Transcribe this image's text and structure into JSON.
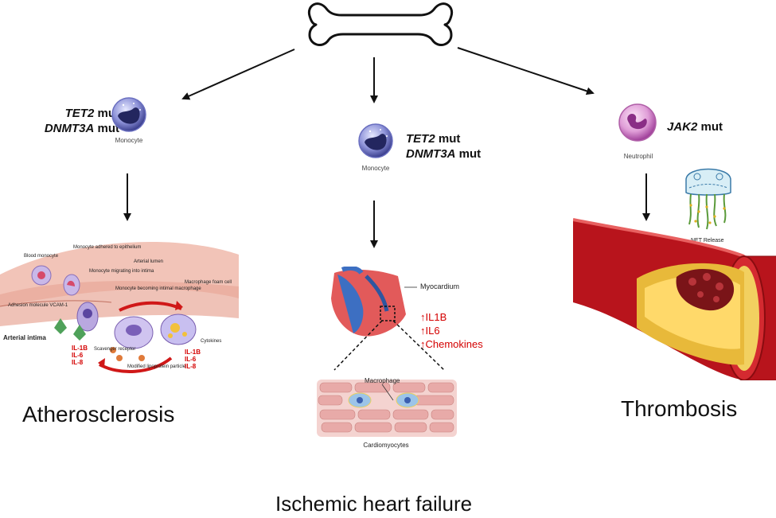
{
  "colors": {
    "arrow": "#111111",
    "cytokine_red": "#d40000",
    "monocyte_blue": "#4a4fb0",
    "neutrophil_pink": "#c56bb8",
    "vessel_red": "#b8141c",
    "plaque_yellow": "#e8b93a"
  },
  "top": {
    "icon": "bone-icon"
  },
  "left": {
    "gene1": "TET2",
    "suffix1": " mut",
    "gene2": "DNMT3A",
    "suffix2": " mut",
    "cell_label": "Monocyte",
    "figure_labels": {
      "blood_monocyte": "Blood monocyte",
      "adhered": "Monocyte adhered to epithelium",
      "migrating": "Monocyte migrating into intima",
      "arterial_lumen": "Arterial lumen",
      "becoming": "Monocyte becoming intimal macrophage",
      "foam": "Macrophage foam cell",
      "adhesion": "Adhesion molecule VCAM-1",
      "scavenger": "Scavenger receptor",
      "modified": "Modified lipoprotein particle",
      "cytokines": "Cytokines",
      "intima": "Arterial intima"
    },
    "cytokines_a": [
      "IL-1B",
      "IL-6",
      "IL-8"
    ],
    "cytokines_b": [
      "IL-1B",
      "IL-6",
      "IL-8"
    ],
    "disease": "Atherosclerosis"
  },
  "center": {
    "gene1": "TET2",
    "suffix1": " mut",
    "gene2": "DNMT3A",
    "suffix2": " mut",
    "cell_label": "Monocyte",
    "myocardium": "Myocardium",
    "markers": [
      "↑IL1B",
      "↑IL6",
      "↑Chemokines"
    ],
    "macrophage": "Macrophage",
    "cardiomyocytes": "Cardiomyocytes",
    "disease": "Ischemic heart failure"
  },
  "right": {
    "gene1": "JAK2",
    "suffix1": " mut",
    "cell_label": "Neutrophil",
    "net_label": "NET Release",
    "disease": "Thrombosis"
  }
}
